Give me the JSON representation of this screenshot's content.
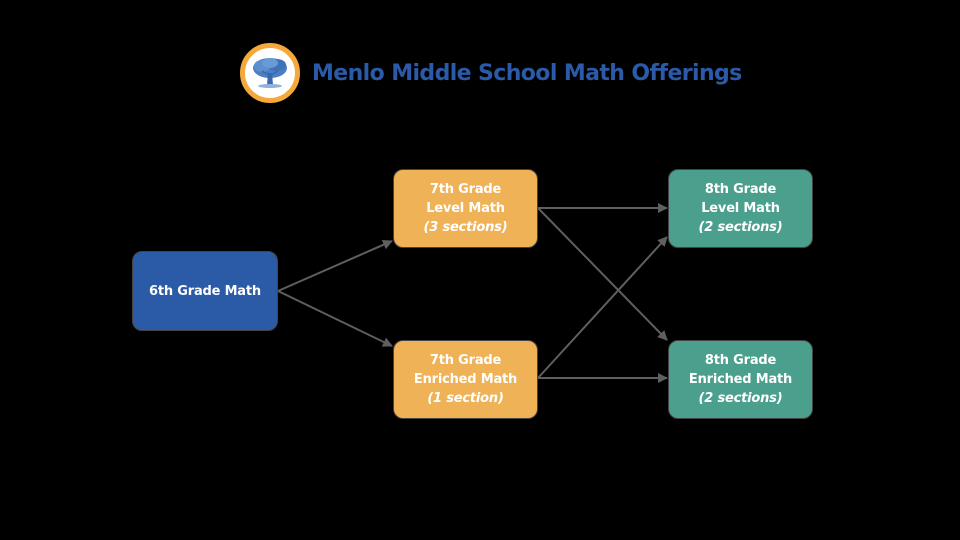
{
  "header": {
    "title": "Menlo Middle School Math Offerings",
    "logo_icon": "oak-tree-logo-icon"
  },
  "colors": {
    "title": "#2a5aa8",
    "grade6": "#2b5ba7",
    "grade7": "#efb256",
    "grade8": "#4aa08d",
    "arrow": "#5f5f5f",
    "logo_ring": "#f5a93a",
    "background": "#000000"
  },
  "nodes": {
    "grade6": {
      "line1": "6th Grade Math"
    },
    "grade7_level": {
      "line1": "7th Grade",
      "line2": "Level Math",
      "sections": "(3 sections)"
    },
    "grade7_enriched": {
      "line1": "7th Grade",
      "line2": "Enriched Math",
      "sections": "(1 section)"
    },
    "grade8_level": {
      "line1": "8th Grade",
      "line2": "Level Math",
      "sections": "(2 sections)"
    },
    "grade8_enriched": {
      "line1": "8th Grade",
      "line2": "Enriched Math",
      "sections": "(2 sections)"
    }
  },
  "edges": [
    {
      "from": "6th Grade Math",
      "to": "7th Grade Level Math"
    },
    {
      "from": "6th Grade Math",
      "to": "7th Grade Enriched Math"
    },
    {
      "from": "7th Grade Level Math",
      "to": "8th Grade Level Math"
    },
    {
      "from": "7th Grade Level Math",
      "to": "8th Grade Enriched Math"
    },
    {
      "from": "7th Grade Enriched Math",
      "to": "8th Grade Level Math"
    },
    {
      "from": "7th Grade Enriched Math",
      "to": "8th Grade Enriched Math"
    }
  ]
}
